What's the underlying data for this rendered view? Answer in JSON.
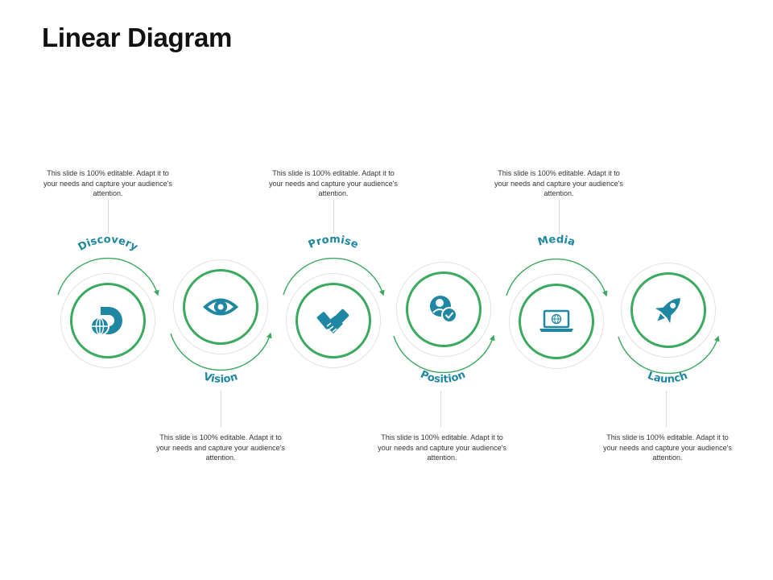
{
  "title": "Linear Diagram",
  "accent_color": "#3aaa5e",
  "icon_color": "#1f87a2",
  "steps": [
    {
      "label": "Discovery",
      "icon": "globe-d-icon",
      "text": "This slide is 100% editable. Adapt it to your needs and capture your audience's attention."
    },
    {
      "label": "Vision",
      "icon": "eye-icon",
      "text": "This slide is 100% editable. Adapt it to your needs and capture your audience's attention."
    },
    {
      "label": "Promise",
      "icon": "handshake-icon",
      "text": "This slide is 100% editable. Adapt it to your needs and capture your audience's attention."
    },
    {
      "label": "Position",
      "icon": "user-check-icon",
      "text": "This slide is 100% editable. Adapt it to your needs and capture your audience's attention."
    },
    {
      "label": "Media",
      "icon": "laptop-globe-icon",
      "text": "This slide is 100% editable. Adapt it to your needs and capture your audience's attention."
    },
    {
      "label": "Launch",
      "icon": "rocket-icon",
      "text": "This slide is 100% editable. Adapt it to your needs and capture your audience's attention."
    }
  ]
}
